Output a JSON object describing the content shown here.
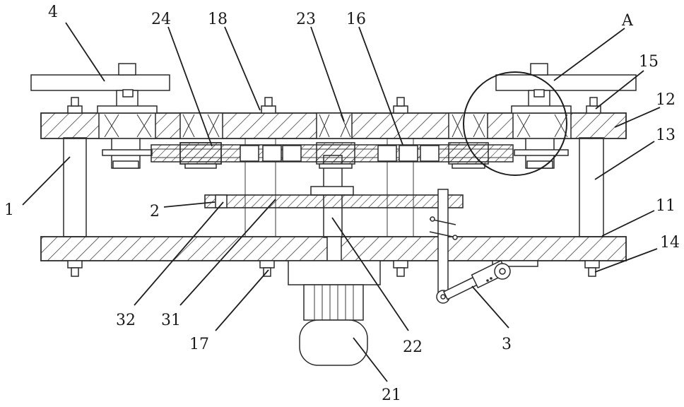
{
  "figure": {
    "background": "#ffffff",
    "line_color": "#2b2b2b",
    "hatch_color": "#2b2b2b"
  },
  "labels": {
    "l4": "4",
    "l24": "24",
    "l18": "18",
    "l23": "23",
    "l16": "16",
    "lA": "A",
    "l15": "15",
    "l12": "12",
    "l13": "13",
    "l1": "1",
    "l2": "2",
    "l11": "11",
    "l14": "14",
    "l32": "32",
    "l31": "31",
    "l17": "17",
    "l22": "22",
    "l3": "3",
    "l21": "21"
  }
}
